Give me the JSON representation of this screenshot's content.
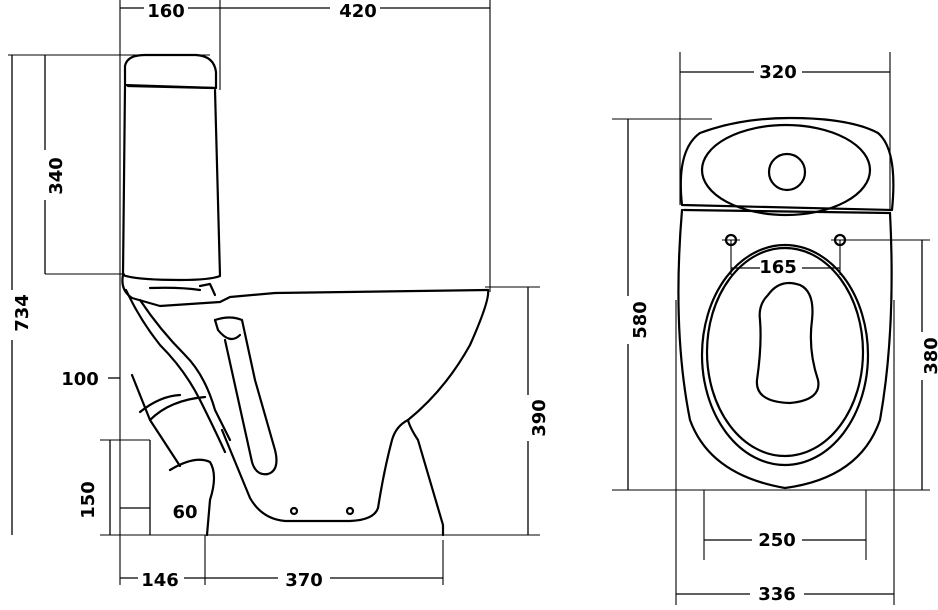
{
  "side_view": {
    "dims": {
      "tank_depth": "160",
      "bowl_length": "420",
      "tank_height": "340",
      "total_height": "734",
      "inlet_offset": "100",
      "outlet_height": "150",
      "outlet_diameter": "60",
      "seat_height": "390",
      "outlet_distance": "146",
      "foot_length": "370"
    }
  },
  "top_view": {
    "dims": {
      "tank_width": "320",
      "total_length": "580",
      "seat_hole_spacing": "165",
      "bowl_length": "380",
      "foot_width": "250",
      "total_width": "336"
    }
  }
}
